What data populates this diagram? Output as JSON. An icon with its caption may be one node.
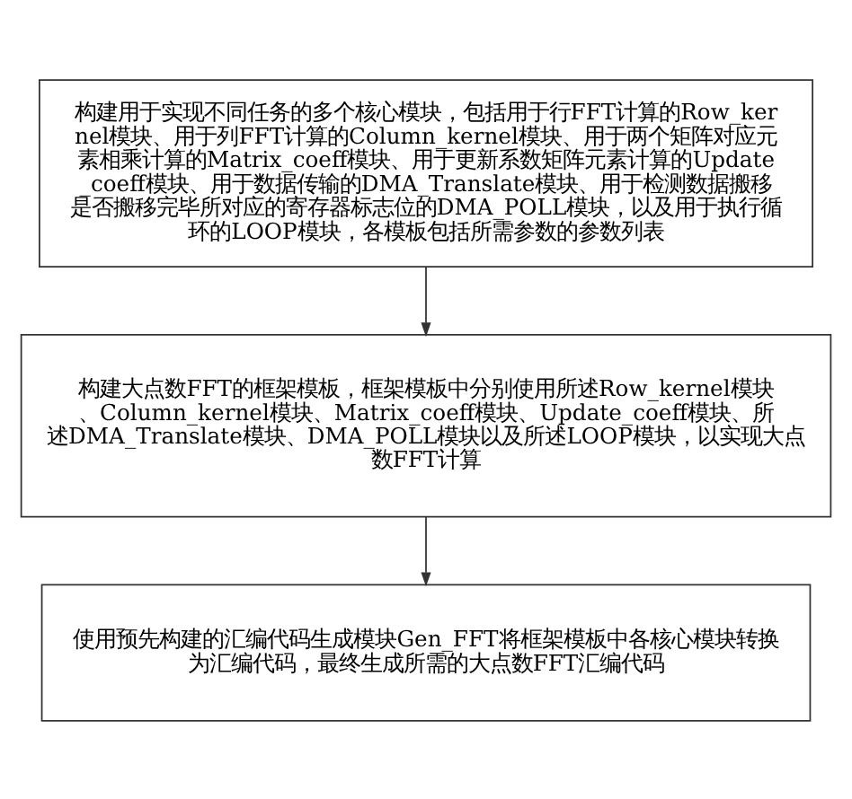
{
  "diagram": {
    "nodes": [
      {
        "text": [
          "构建用于实现不同任务的多个核心模块，包括用于行FFT计算的Row_kernel模块、用于列FFT计算的Column_kernel模块、用于两个矩阵对应元素相乘计算的Matrix_coeff模块、用于更新系数矩阵元素计算的Update_coeff模块、用于数据传输的DMA_Translate模块、用于检测数据搬移是否搬移完毕所对应的寄存器标志位的DMA_POLL模块，以及用于执行循环的LOOP模块，各模板包括所需参数的参数列表"
        ]
      },
      {
        "text": [
          "构建大点数FFT的框架模板，框架模板中分别使用所述Row_kernel模块、Column_kernel模块、Matrix_coeff模块、Update_coeff模块、所述DMA_Translate模块、DMA_POLL模块以及所述LOOP模块，以实现大点数FFT计算"
        ]
      },
      {
        "text": [
          "使用预先构建的汇编代码生成模块Gen_FFT将框架模板中各核心模块转换为汇编代码，最终生成所需的大点数FFT汇编代码"
        ]
      }
    ],
    "edges": [
      {
        "from": 0,
        "to": 1,
        "arrow": "to"
      },
      {
        "from": 1,
        "to": 2,
        "arrow": "to"
      }
    ]
  }
}
